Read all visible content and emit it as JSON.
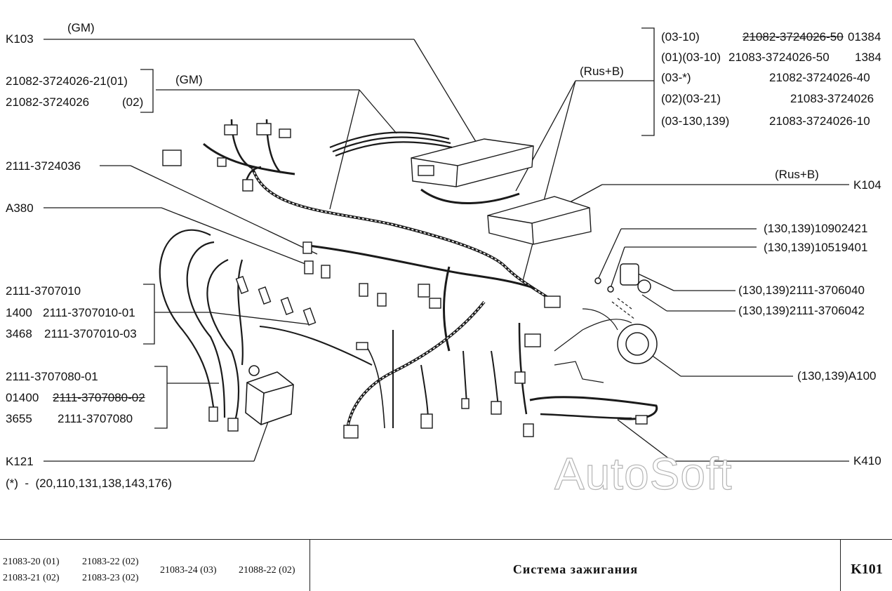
{
  "labels": {
    "k103": "K103",
    "gm_top": "(GM)",
    "gm_mid": "(GM)",
    "ecu_gm_1": "21082-3724026-21(01)",
    "ecu_gm_2": "21082-3724026",
    "ecu_gm_2_note": "(02)",
    "p_2111_3724036": "2111-3724036",
    "a380": "A380",
    "coil_1": "2111-3707010",
    "coil_2_pre": "1400",
    "coil_2": "2111-3707010-01",
    "coil_3_pre": "3468",
    "coil_3": "2111-3707010-03",
    "wires_1": "2111-3707080-01",
    "wires_2_pre": "01400",
    "wires_2": "2111-3707080-02",
    "wires_3_pre": "3655",
    "wires_3": "2111-3707080",
    "k121": "K121",
    "footnote": "(*)  -  (20,110,131,138,143,176)",
    "rus_b_top": "(Rus+B)",
    "rus_b_mid": "(Rus+B)",
    "k104": "K104",
    "ecu_rb": [
      {
        "cond": "(03-10)",
        "part": "21082-3724026-50",
        "extra": "01384",
        "struck": true
      },
      {
        "cond": "(01)(03-10)",
        "part": "21083-3724026-50",
        "extra": "1384",
        "struck": false
      },
      {
        "cond": "(03-*)",
        "part": "21082-3724026-40",
        "extra": "",
        "struck": false
      },
      {
        "cond": "(02)(03-21)",
        "part": "21083-3724026",
        "extra": "",
        "struck": false
      },
      {
        "cond": "(03-130,139)",
        "part": "21083-3724026-10",
        "extra": "",
        "struck": false
      }
    ],
    "s_10902421": "(130,139)10902421",
    "s_10519401": "(130,139)10519401",
    "s_3706040": "(130,139)2111-3706040",
    "s_3706042": "(130,139)2111-3706042",
    "s_a100": "(130,139)A100",
    "k410": "K410"
  },
  "watermark": "AutoSoft",
  "footer": {
    "models": {
      "m1": "21083-20 (01)",
      "m2": "21083-21 (02)",
      "m3": "21083-22 (02)",
      "m4": "21083-23 (02)",
      "m5": "21083-24 (03)",
      "m6": "21088-22 (02)"
    },
    "title": "Система зажигания",
    "code": "K101"
  }
}
